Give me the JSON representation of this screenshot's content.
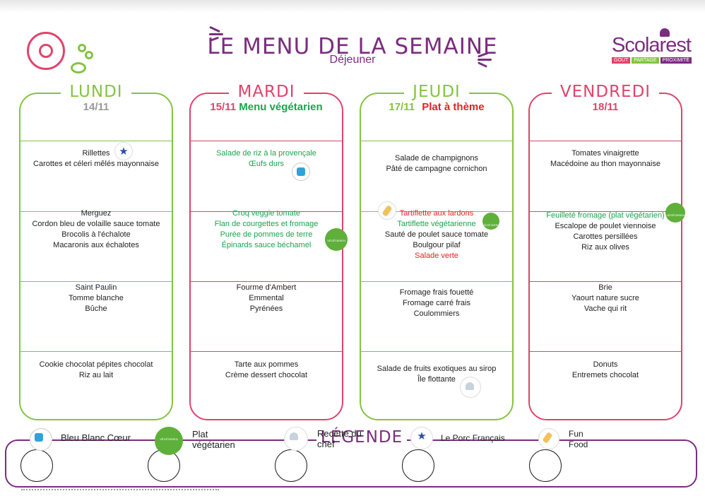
{
  "header": {
    "title": "LE MENU DE LA SEMAINE",
    "subtitle": "Déjeuner"
  },
  "logo": {
    "word": "Scolarest",
    "tags": [
      "GOÛT",
      "PARTAGE",
      "PROXIMITÉ"
    ]
  },
  "days": [
    {
      "name": "LUNDI",
      "date": "14/11",
      "note": "",
      "sections": [
        [
          "Rillettes",
          "Carottes et céleri mêlés mayonnaise"
        ],
        [
          "Merguez",
          "Cordon bleu de volaille sauce tomate",
          "Brocolis à l'échalote",
          "Macaronis aux échalotes"
        ],
        [
          "Saint Paulin",
          "Tomme blanche",
          "Bûche"
        ],
        [
          "Cookie chocolat pépites chocolat",
          "Riz au lait"
        ]
      ]
    },
    {
      "name": "MARDI",
      "date": "15/11",
      "note": "Menu végétarien",
      "sections": [
        [
          "Salade de riz à la provençale",
          "Œufs durs"
        ],
        [
          "Croq veggie tomate",
          "Flan de courgettes et fromage",
          "Purée de pommes de terre",
          "Épinards sauce béchamel"
        ],
        [
          "Fourme d'Ambert",
          "Emmental",
          "Pyrénées"
        ],
        [
          "Tarte aux pommes",
          "Crème dessert chocolat"
        ]
      ]
    },
    {
      "name": "JEUDI",
      "date": "17/11",
      "note": "Plat à thème",
      "sections": [
        [
          "Salade de champignons",
          "Pâté de campagne cornichon"
        ],
        [
          "Tartiflette aux lardons",
          "Tartiflette végétarienne",
          "Sauté de poulet sauce tomate",
          "Boulgour pilaf",
          "Salade verte"
        ],
        [
          "Fromage frais fouetté",
          "Fromage carré frais",
          "Coulommiers"
        ],
        [
          "Salade de fruits exotiques au sirop",
          "Île flottante"
        ]
      ]
    },
    {
      "name": "VENDREDI",
      "date": "18/11",
      "note": "",
      "sections": [
        [
          "Tomates vinaigrette",
          "Macédoine au thon mayonnaise"
        ],
        [
          "Feuilleté fromage (plat végétarien)",
          "Escalope de poulet viennoise",
          "Carottes persillées",
          "Riz aux olives"
        ],
        [
          "Brie",
          "Yaourt nature sucre",
          "Vache qui rit"
        ],
        [
          "Donuts",
          "Entremets chocolat"
        ]
      ]
    }
  ],
  "legend": {
    "title": "LÉGENDE",
    "items": [
      {
        "icon": "bleu-blanc-coeur-icon",
        "label": "Bleu Blanc Cœur"
      },
      {
        "icon": "vegetarian-icon",
        "label": "Plat végétarien"
      },
      {
        "icon": "chef-hat-icon",
        "label": "Recette du chef"
      },
      {
        "icon": "porc-francais-icon",
        "label": "Le Porc Français"
      },
      {
        "icon": "fun-food-icon",
        "label": "Fun Food"
      }
    ]
  },
  "colors": {
    "purple": "#7b2d7f",
    "green": "#84c441",
    "pink": "#e0436b",
    "vegetarian_text": "#1aa44e",
    "theme_red": "#e32222"
  }
}
